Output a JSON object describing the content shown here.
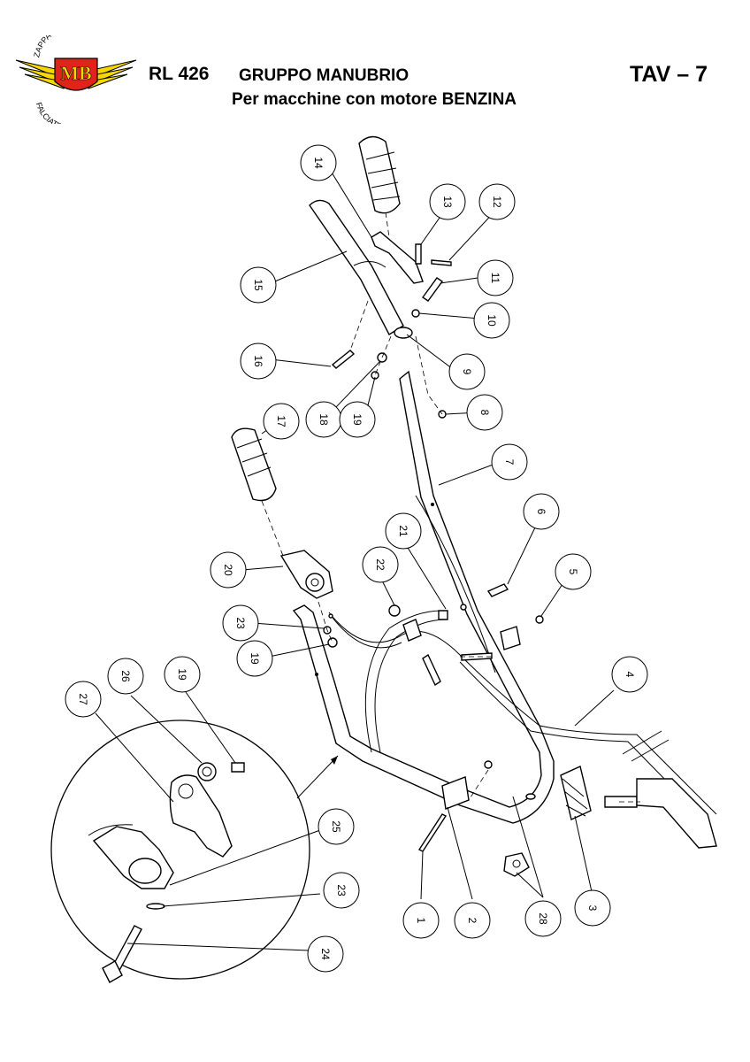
{
  "header": {
    "code": "RL 426",
    "title": "GRUPPO MANUBRIO",
    "subtitle": "Per macchine con motore BENZINA",
    "plate": "TAV – 7"
  },
  "logo": {
    "text_top": "ZAPPATRICI",
    "text_bottom": "FALCIATRICI",
    "monogram": "MB",
    "colors": {
      "red": "#e2231a",
      "yellow": "#f6d800",
      "black": "#000000"
    }
  },
  "callouts": [
    {
      "num": "1"
    },
    {
      "num": "2"
    },
    {
      "num": "3"
    },
    {
      "num": "4"
    },
    {
      "num": "5"
    },
    {
      "num": "6"
    },
    {
      "num": "7"
    },
    {
      "num": "8"
    },
    {
      "num": "9"
    },
    {
      "num": "10"
    },
    {
      "num": "11"
    },
    {
      "num": "12"
    },
    {
      "num": "13"
    },
    {
      "num": "14"
    },
    {
      "num": "15"
    },
    {
      "num": "16"
    },
    {
      "num": "17"
    },
    {
      "num": "18"
    },
    {
      "num": "19"
    },
    {
      "num": "20"
    },
    {
      "num": "21"
    },
    {
      "num": "22"
    },
    {
      "num": "23"
    },
    {
      "num": "19"
    },
    {
      "num": "27"
    },
    {
      "num": "26"
    },
    {
      "num": "19"
    },
    {
      "num": "25"
    },
    {
      "num": "23"
    },
    {
      "num": "24"
    },
    {
      "num": "28"
    }
  ]
}
